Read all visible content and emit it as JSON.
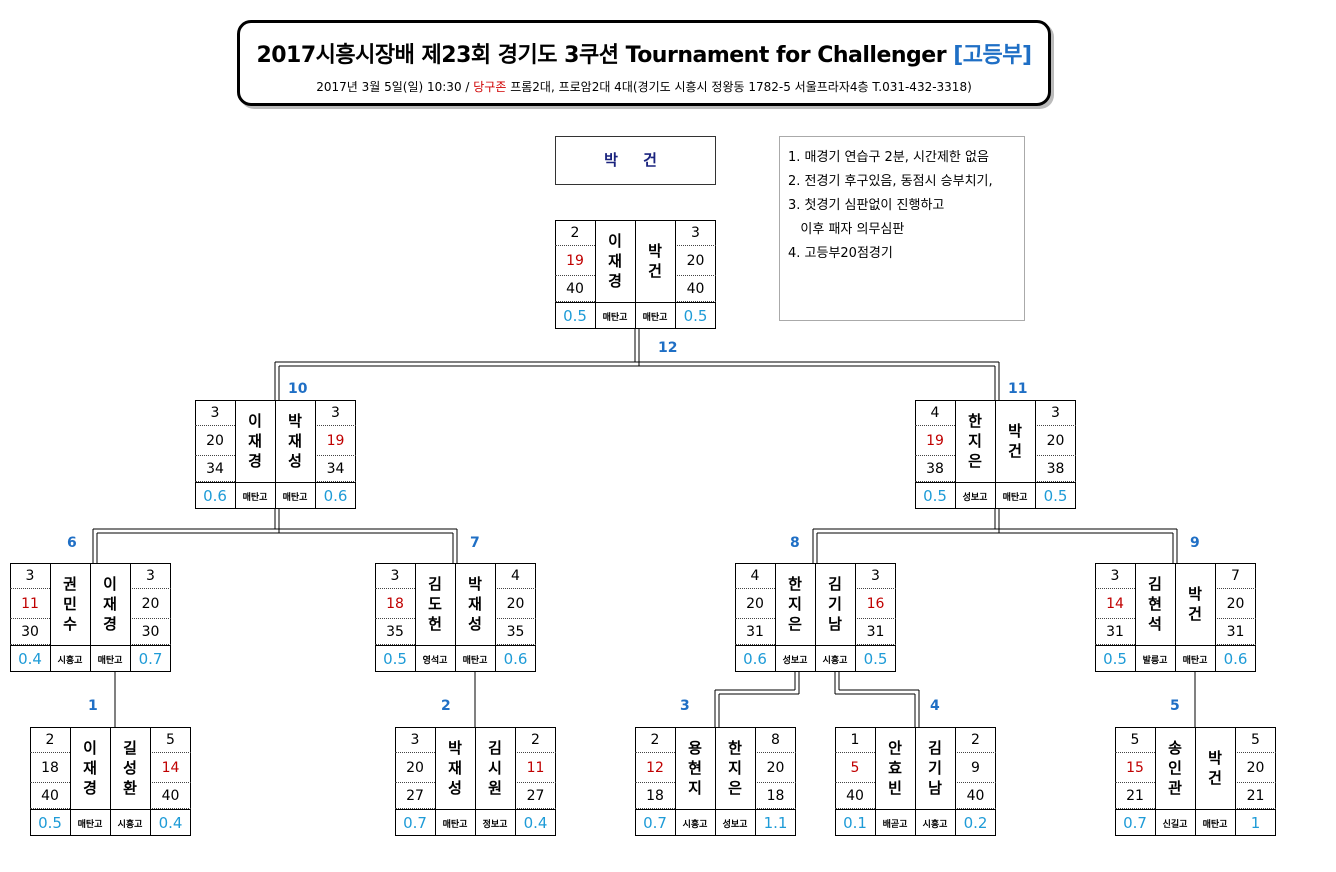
{
  "header": {
    "title_main": "2017시흥시장배  제23회 경기도 3쿠션 Tournament for Challenger ",
    "title_division": "[고등부]",
    "subtitle_date": "2017년  3월 5일(일) 10:30  / ",
    "subtitle_venue": "당구존",
    "subtitle_rest": " 프롬2대, 프로암2대  4대(경기도 시흥시 정왕동 1782-5  서울프라자4층 T.031-432-3318)"
  },
  "champion": "박 건",
  "rules": [
    "1. 매경기 연습구 2분, 시간제한 없음",
    "2. 전경기 후구있음, 동점시 승부치기,",
    "3. 첫경기 심판없이 진행하고\n   이후 패자 의무심판",
    "4. 고등부20점경기"
  ],
  "matches": [
    {
      "num": "12",
      "left": {
        "name": "이재경",
        "school": "매탄고",
        "vals": [
          "2",
          "19",
          "40",
          "0.5"
        ]
      },
      "right": {
        "name": "박건",
        "school": "매탄고",
        "vals": [
          "3",
          "20",
          "40",
          "0.5"
        ]
      }
    },
    {
      "num": "10",
      "left": {
        "name": "이재경",
        "school": "매탄고",
        "vals": [
          "3",
          "20",
          "34",
          "0.6"
        ]
      },
      "right": {
        "name": "박재성",
        "school": "매탄고",
        "vals": [
          "3",
          "19",
          "34",
          "0.6"
        ]
      }
    },
    {
      "num": "11",
      "left": {
        "name": "한지은",
        "school": "성보고",
        "vals": [
          "4",
          "19",
          "38",
          "0.5"
        ]
      },
      "right": {
        "name": "박건",
        "school": "매탄고",
        "vals": [
          "3",
          "20",
          "38",
          "0.5"
        ]
      }
    },
    {
      "num": "6",
      "left": {
        "name": "권민수",
        "school": "시흥고",
        "vals": [
          "3",
          "11",
          "30",
          "0.4"
        ]
      },
      "right": {
        "name": "이재경",
        "school": "매탄고",
        "vals": [
          "3",
          "20",
          "30",
          "0.7"
        ]
      }
    },
    {
      "num": "7",
      "left": {
        "name": "김도헌",
        "school": "영석고",
        "vals": [
          "3",
          "18",
          "35",
          "0.5"
        ]
      },
      "right": {
        "name": "박재성",
        "school": "매탄고",
        "vals": [
          "4",
          "20",
          "35",
          "0.6"
        ]
      }
    },
    {
      "num": "8",
      "left": {
        "name": "한지은",
        "school": "성보고",
        "vals": [
          "4",
          "20",
          "31",
          "0.6"
        ]
      },
      "right": {
        "name": "김기남",
        "school": "시흥고",
        "vals": [
          "3",
          "16",
          "31",
          "0.5"
        ]
      }
    },
    {
      "num": "9",
      "left": {
        "name": "김현석",
        "school": "발릉고",
        "vals": [
          "3",
          "14",
          "31",
          "0.5"
        ]
      },
      "right": {
        "name": "박건",
        "school": "매탄고",
        "vals": [
          "7",
          "20",
          "31",
          "0.6"
        ]
      }
    },
    {
      "num": "1",
      "left": {
        "name": "이재경",
        "school": "매탄고",
        "vals": [
          "2",
          "18",
          "40",
          "0.5"
        ]
      },
      "right": {
        "name": "길성환",
        "school": "시흥고",
        "vals": [
          "5",
          "14",
          "40",
          "0.4"
        ]
      }
    },
    {
      "num": "2",
      "left": {
        "name": "박재성",
        "school": "매탄고",
        "vals": [
          "3",
          "20",
          "27",
          "0.7"
        ]
      },
      "right": {
        "name": "김시원",
        "school": "정보고",
        "vals": [
          "2",
          "11",
          "27",
          "0.4"
        ]
      }
    },
    {
      "num": "3",
      "left": {
        "name": "용현지",
        "school": "시흥고",
        "vals": [
          "2",
          "12",
          "18",
          "0.7"
        ]
      },
      "right": {
        "name": "한지은",
        "school": "성보고",
        "vals": [
          "8",
          "20",
          "18",
          "1.1"
        ]
      }
    },
    {
      "num": "4",
      "left": {
        "name": "안효빈",
        "school": "배곧고",
        "vals": [
          "1",
          "5",
          "40",
          "0.1"
        ]
      },
      "right": {
        "name": "김기남",
        "school": "시흥고",
        "vals": [
          "2",
          "9",
          "40",
          "0.2"
        ]
      }
    },
    {
      "num": "5",
      "left": {
        "name": "송인관",
        "school": "신길고",
        "vals": [
          "5",
          "15",
          "21",
          "0.7"
        ]
      },
      "right": {
        "name": "박건",
        "school": "매탄고",
        "vals": [
          "5",
          "20",
          "21",
          "1"
        ]
      }
    }
  ]
}
